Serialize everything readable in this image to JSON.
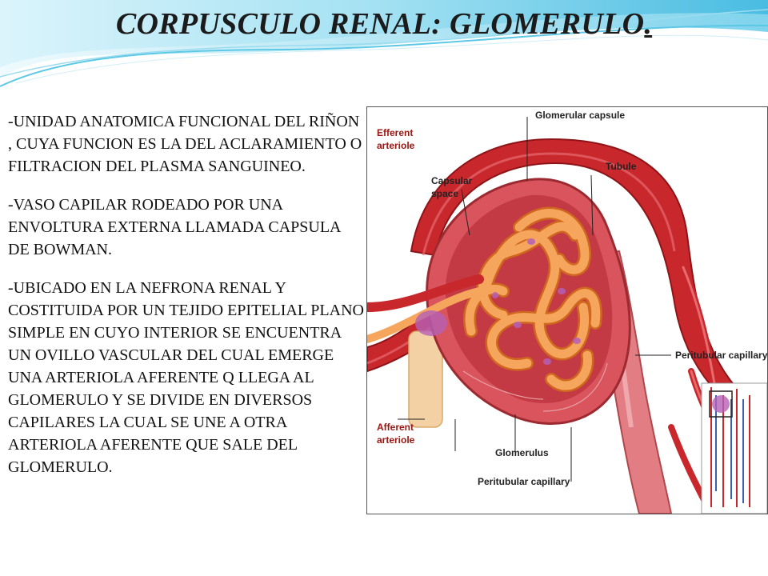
{
  "slide": {
    "title_main": "CORPUSCULO RENAL: GLOMERULO",
    "title_end": ".",
    "paragraphs": [
      "-UNIDAD ANATOMICA FUNCIONAL DEL RIÑON , CUYA FUNCION ES LA DEL ACLARAMIENTO O FILTRACION DEL PLASMA SANGUINEO.",
      "-VASO CAPILAR RODEADO POR UNA ENVOLTURA EXTERNA LLAMADA CAPSULA DE BOWMAN.",
      "-UBICADO EN LA NEFRONA RENAL Y COSTITUIDA POR UN TEJIDO EPITELIAL PLANO SIMPLE EN CUYO INTERIOR SE ENCUENTRA UN OVILLO VASCULAR DEL CUAL EMERGE UNA ARTERIOLA AFERENTE Q LLEGA AL GLOMERULO Y SE DIVIDE EN DIVERSOS CAPILARES LA CUAL SE UNE A OTRA ARTERIOLA AFERENTE QUE SALE DEL GLOMERULO."
    ]
  },
  "figure": {
    "labels": {
      "efferent_1": "Efferent",
      "efferent_2": "arteriole",
      "glomerular_capsule": "Glomerular capsule",
      "capsular_1": "Capsular",
      "capsular_2": "space",
      "tubule": "Tubule",
      "peritubular_right": "Peritubular capillary",
      "afferent_1": "Afferent",
      "afferent_2": "arteriole",
      "glomerulus": "Glomerulus",
      "peritubular_bottom": "Peritubular capillary"
    }
  },
  "colors": {
    "title": "#1b1b1b",
    "wave_light": "#bfe9f5",
    "wave_mid": "#5cc8e6",
    "vessel_red": "#c8272c",
    "capillary_orange": "#f29a4a",
    "capsule_pink": "#e07a82",
    "label_red": "#9a1510"
  }
}
